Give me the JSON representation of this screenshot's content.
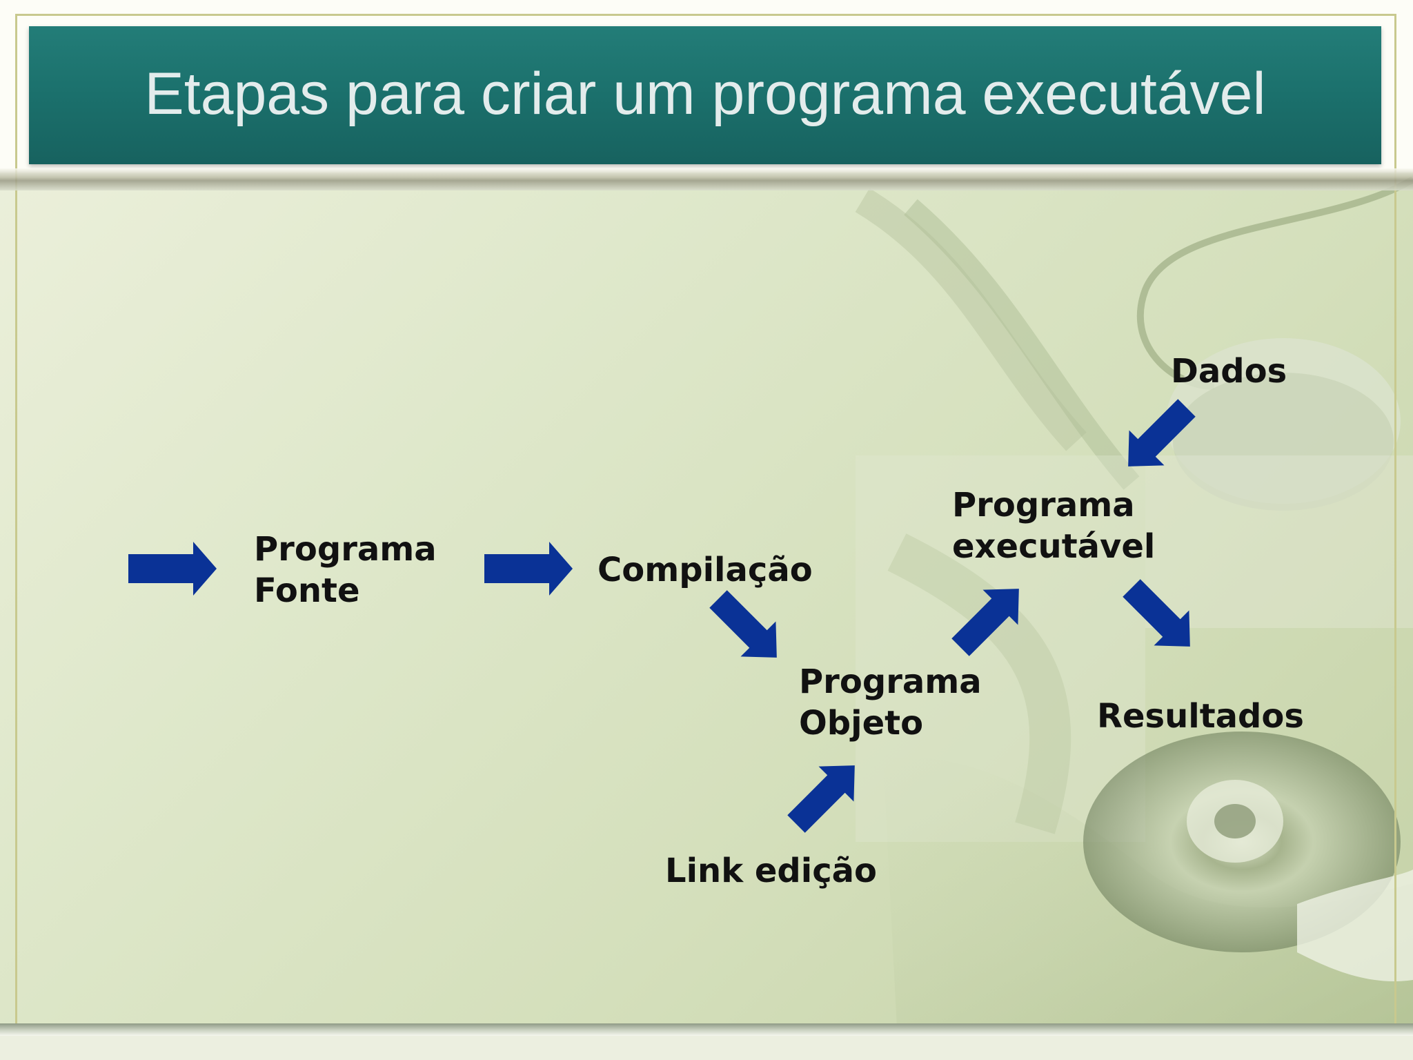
{
  "slide": {
    "title": "Etapas para criar um programa executável"
  },
  "diagram": {
    "nodes": {
      "programa_fonte": {
        "line1": "Programa",
        "line2": "Fonte"
      },
      "compilacao": {
        "text": "Compilação"
      },
      "programa_objeto": {
        "line1": "Programa",
        "line2": "Objeto"
      },
      "link_edicao": {
        "text": "Link edição"
      },
      "programa_executavel": {
        "line1": "Programa",
        "line2": "executável"
      },
      "dados": {
        "text": "Dados"
      },
      "resultados": {
        "text": "Resultados"
      }
    },
    "arrow_color": "#0a3296"
  },
  "colors": {
    "title_bar": "#1b706c",
    "title_text": "#e3ecec",
    "background": "#dfe8cb"
  }
}
